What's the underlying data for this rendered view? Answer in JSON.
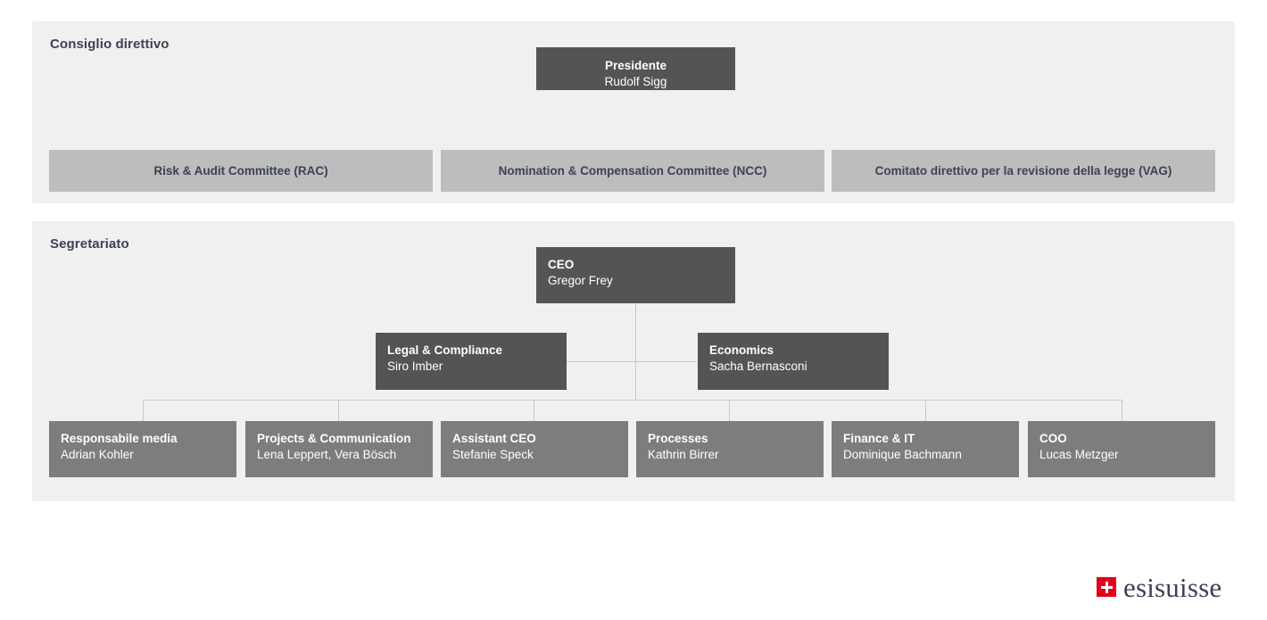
{
  "colors": {
    "panel_bg": "#f0f0f0",
    "page_bg": "#ffffff",
    "dark_node": "#545454",
    "mid_node": "#7d7d7d",
    "light_node": "#bdbdbd",
    "heading_text": "#3b4254",
    "connector": "#c8c8c8",
    "brand_red": "#e2001a"
  },
  "board": {
    "title": "Consiglio direttivo",
    "president": {
      "role": "Presidente",
      "person": "Rudolf Sigg"
    },
    "committees": [
      {
        "label": "Risk & Audit Committee (RAC)"
      },
      {
        "label": "Nomination & Compensation Committee (NCC)"
      },
      {
        "label": "Comitato direttivo per la revisione della legge (VAG)"
      }
    ]
  },
  "secretariat": {
    "title": "Segretariato",
    "ceo": {
      "role": "CEO",
      "person": "Gregor Frey"
    },
    "divisions": [
      {
        "role": "Legal & Compliance",
        "person": "Siro Imber"
      },
      {
        "role": "Economics",
        "person": "Sacha Bernasconi"
      }
    ],
    "units": [
      {
        "role": "Responsabile media",
        "person": "Adrian Kohler"
      },
      {
        "role": "Projects & Communication",
        "person": "Lena Leppert, Vera Bösch"
      },
      {
        "role": "Assistant CEO",
        "person": "Stefanie Speck"
      },
      {
        "role": "Processes",
        "person": "Kathrin Birrer"
      },
      {
        "role": "Finance & IT",
        "person": "Dominique Bachmann"
      },
      {
        "role": "COO",
        "person": "Lucas Metzger"
      }
    ]
  },
  "brand": {
    "name": "esisuisse",
    "mark": "swiss-cross-icon"
  }
}
